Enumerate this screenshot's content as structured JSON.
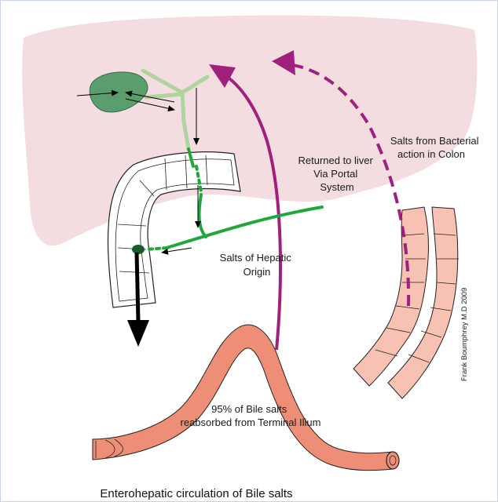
{
  "labels": {
    "bacterial": [
      "Salts from Bacterial",
      "action in Colon"
    ],
    "returned": [
      "Returned to liver",
      "Via Portal",
      "System"
    ],
    "hepatic": [
      "Salts of Hepatic",
      "Origin"
    ],
    "reabsorbed": [
      "95% of Bile salts",
      "reabsorbed from Terminal Ilium"
    ],
    "credit": "Frank Boumphrey M.D 2009",
    "caption": "Enterohepatic circulation of Bile salts"
  },
  "colors": {
    "liver": "#f4dde1",
    "gallbladder": "#5a9e6e",
    "ducts": "#b0d4a0",
    "bile_green": "#1ea83a",
    "portal_arrow": "#a0207e",
    "ileum": "#ef8e77",
    "colon": "#f7c1b3"
  }
}
